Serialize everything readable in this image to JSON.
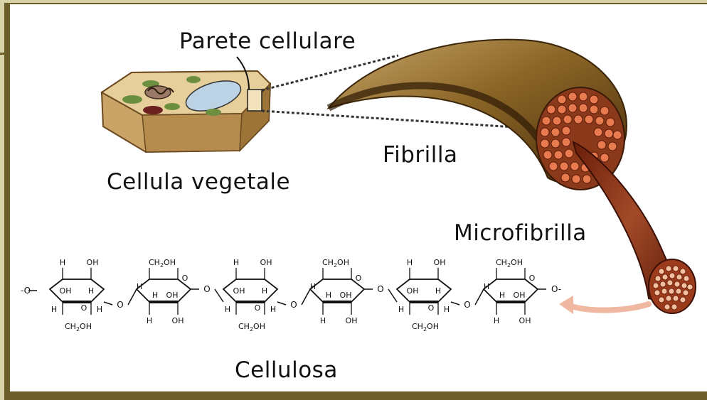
{
  "labels": {
    "cell_wall": "Parete cellulare",
    "plant_cell": "Cellula vegetale",
    "fibril": "Fibrilla",
    "microfibril": "Microfibrilla",
    "cellulose": "Cellulosa"
  },
  "chemistry": {
    "oh": "OH",
    "h": "H",
    "ch2oh": "CH2OH",
    "o": "O"
  },
  "colors": {
    "frame": "#d8d3a8",
    "frame_edge": "#6b5e2a",
    "background": "#ffffff",
    "cell_wall": "#c9a466",
    "cell_wall_dark": "#8c6a33",
    "fibril": "#8a6526",
    "fibril_dark": "#3b2208",
    "fibril_inner": "#7a2a0e",
    "microfibril": "#8e3a1c",
    "dot_fill": "#e87a50",
    "arrow": "#f0b8a0"
  }
}
